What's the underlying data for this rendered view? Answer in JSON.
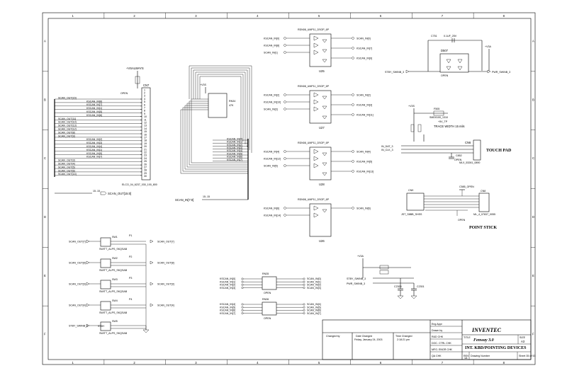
{
  "border": {
    "columns": [
      "1",
      "2",
      "3",
      "4",
      "5",
      "6",
      "7",
      "8"
    ],
    "rows": [
      "A",
      "B",
      "C",
      "D",
      "E",
      "F"
    ]
  },
  "title_block": {
    "company": "INVENTEC",
    "title_label": "TITLE",
    "title": "Fenway 3.0",
    "subtitle": "INT. KBD/POINTING DEVICES",
    "size_label": "SIZE",
    "size": "A3",
    "drawing_number_label": "Drawing Number",
    "sheet": "Sheet 35 of 53",
    "rev_label": "REV",
    "rev": "1A",
    "eng_label": "Eng Appr",
    "drawn_label": "Drawn by",
    "rd_label": "R&D CHK",
    "doc_label": "DOC. CTRL CHK",
    "mfg_label": "MFG. ENGR CHK",
    "qa_label": "QA CHK",
    "changed_by_label": "Changed by",
    "date_changed_label": "Date Changed",
    "date_changed": "Friday, January 24, 2003",
    "time_changed_label": "Time Changed",
    "time_changed": "2:18:21 pm"
  },
  "connector_cn7": {
    "ref": "CN7",
    "part": "ELCO_04_6237_030_100_800",
    "power": "+VSALWAYS",
    "pin_open": "OPEN",
    "left_nets": [
      "SCAN_OUT[15]",
      "KSCAN_IN[6]",
      "KSCAN_IN[7]",
      "KSCAN_IN[1]",
      "KSCAN_IN[5]",
      "KSCAN_IN[6]",
      "SCAN_OUT[11]",
      "SCAN_OUT[10]",
      "SCAN_OUT[13]",
      "SCAN_OUT[12]",
      "SCAN_OUT[8]",
      "SCAN_OUT[9]",
      "KSCAN_IN[2]",
      "KSCAN_IN[3]",
      "KSCAN_IN[4]",
      "KSCAN_IN[1]",
      "KSCAN_IN[5]",
      "KSCAN_IN[7]",
      "SCAN_OUT[3]",
      "SCAN_OUT[4]",
      "SCAN_OUT[5]",
      "SCAN_OUT[6]",
      "SCAN_OUT[14]"
    ],
    "bus_label": "SCAN_OUT[15:0]",
    "bus_width": "15..15"
  },
  "resistor_array": {
    "ref": "RN34",
    "value": "47K",
    "power": "+V3S",
    "nets": [
      "KSCAN_IN[0]",
      "KSCAN_IN[1]",
      "KSCAN_IN[2]",
      "KSCAN_IN[3]",
      "KSCAN_IN[4]",
      "KSCAN_IN[5]",
      "KSCAN_IN[6]",
      "KSCAN_IN[7]"
    ],
    "bus_label": "SCAN_IN[7:0]",
    "bus_width": "15..15"
  },
  "diode_arrays": [
    {
      "ref": "U25",
      "part": "RDN08_UMP11_DSOP_6P",
      "inputs": [
        "KSCAN_IN[0]",
        "KSCAN_IN[8]",
        "SCAN_IN[1]"
      ],
      "outputs": [
        "SCAN_IN[0]",
        "KSCAN_IN[7]",
        "KSCAN_IN[9]"
      ]
    },
    {
      "ref": "U27",
      "part": "RDN08_UMP11_DSOP_6P",
      "inputs": [
        "KSCAN_IN[2]",
        "KSCAN_IN[10]",
        "SCAN_IN[3]"
      ],
      "outputs": [
        "SCAN_IN[2]",
        "KSCAN_IN[3]",
        "KSCAN_IN[11]"
      ]
    },
    {
      "ref": "U28",
      "part": "RDN08_UMP11_DSOP_6P",
      "inputs": [
        "KSCAN_IN[4]",
        "KSCAN_IN[12]",
        "SCAN_IN[5]"
      ],
      "outputs": [
        "SCAN_IN[4]",
        "KSCAN_IN[5]",
        "KSCAN_IN[13]"
      ]
    },
    {
      "ref": "U26",
      "part": "RDN08_UMP11_DSOP_6P",
      "inputs": [
        "KSCAN_IN[6]",
        "KSCAN_IN[14]"
      ],
      "outputs": [
        "SCAN_IN[6]"
      ]
    }
  ],
  "power_switch": {
    "cap_ref": "C751",
    "cap_value": "0.1UF_25V",
    "diode_ref": "D507",
    "power": "+V3A",
    "input": "STBY_SWINB_3",
    "output": "PWR_SWINB_3",
    "note": "OPEN"
  },
  "touchpad": {
    "power": "+V3S",
    "fuse": "F505",
    "fuse_part": "SMD0100_1310",
    "trace_note": "TRACE WIDTH 15 mils",
    "net_5v": "+5V_TP",
    "connector_ref": "CN6",
    "connector_part": "MLX_53261_0890",
    "label": "TOUCH PAD",
    "cap_ref": "C852",
    "cap_note": "OPEN",
    "inputs": [
      "IN_DAT_3",
      "IN_CLK_3"
    ]
  },
  "pointstick": {
    "left_ref": "CN9",
    "left_part": "JST_S8BB_SHSS",
    "right_ref": "CN8",
    "right_part": "ML_4_07837_0055",
    "cap_note": "C585_OPEN",
    "open_label": "OPEN",
    "label": "POINT STICK"
  },
  "switches": [
    {
      "ref": "SW1",
      "out": "SCAN_OUT[7]",
      "net": "SCAN_OUT[7]",
      "part": "SWITT_ALPS_SKQSAB"
    },
    {
      "ref": "SW2",
      "out": "SCAN_OUT[8]",
      "net": "KSCAN_IN[6]",
      "part": "SWITT_ALPS_SKQSAB"
    },
    {
      "ref": "SW3",
      "out": "SCAN_OUT[9]",
      "net": "KSCAN_IN[6]",
      "part": "SWITT_ALPS_SKQSAB"
    },
    {
      "ref": "SW4",
      "out": "SCAN_OUT[4]",
      "net": "KSCAN_IN[6]",
      "part": "SWITT_ALPS_SKQSAB"
    },
    {
      "ref": "SW5",
      "out": "STBY_SWINB_3",
      "net": "STBY",
      "part": "SWITT_ALPS_SKQSAB"
    }
  ],
  "switch_refs": [
    "P1",
    "P2",
    "P3",
    "P4"
  ],
  "rc_pair": {
    "power": "+V3A",
    "inputs": [
      "STBY_SWINB_3",
      "PWR_SWINB_3"
    ],
    "cap1": "C2300",
    "cap2": "C2301"
  },
  "resistor_packs": [
    {
      "ref": "RN35",
      "note": "OPEN",
      "inputs": [
        "KSCAN_IN[0]",
        "KSCAN_IN[1]",
        "KSCAN_IN[2]",
        "KSCAN_IN[3]"
      ],
      "outputs": [
        "SCAN_IN[0]",
        "SCAN_IN[1]",
        "SCAN_IN[2]",
        "SCAN_IN[3]"
      ]
    },
    {
      "ref": "RN36",
      "note": "OPEN",
      "inputs": [
        "KSCAN_IN[4]",
        "KSCAN_IN[5]",
        "KSCAN_IN[6]",
        "KSCAN_IN[7]"
      ],
      "outputs": [
        "SCAN_IN[4]",
        "SCAN_IN[5]",
        "SCAN_IN[6]",
        "SCAN_IN[7]"
      ]
    }
  ]
}
